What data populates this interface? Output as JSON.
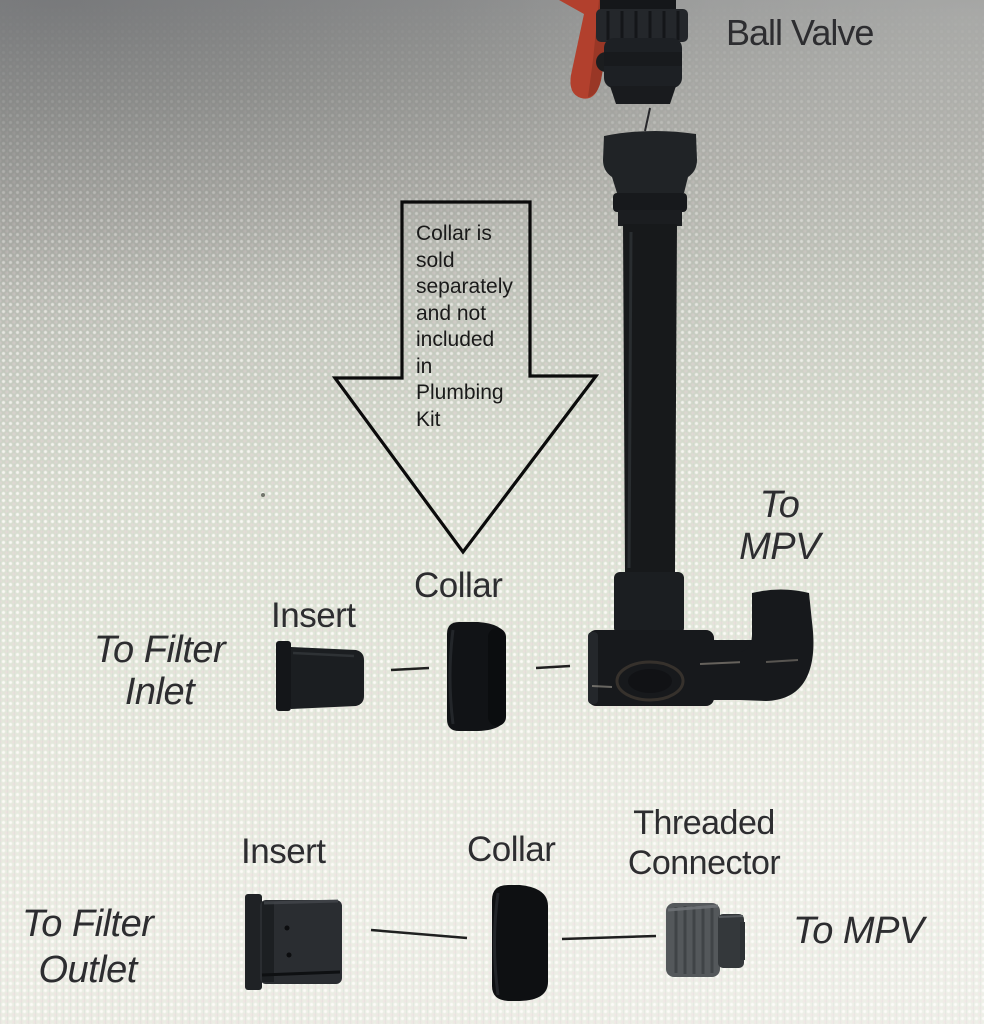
{
  "labels": {
    "ball_valve": "Ball Valve",
    "to_mpv_upper": [
      "To",
      "MPV"
    ],
    "inlet_row": {
      "insert": "Insert",
      "collar": "Collar",
      "destination": [
        "To Filter",
        "Inlet"
      ]
    },
    "outlet_row": {
      "insert": "Insert",
      "collar": "Collar",
      "threaded_connector": [
        "Threaded",
        "Connector"
      ],
      "to_mpv": "To MPV",
      "destination": [
        "To Filter",
        "Outlet"
      ]
    }
  },
  "callout": {
    "lines": [
      "Collar is",
      "sold",
      "separately",
      "and not",
      "included",
      "in",
      "Plumbing",
      "Kit"
    ]
  },
  "colors": {
    "fitting_black": "#17191c",
    "connector_gray": "#54585b",
    "valve_handle_red": "#b2402d",
    "label_text": "#2d2d30",
    "callout_text": "#1a1a1a",
    "arrow_outline": "#0b0b0b",
    "background_top_gray": "#8f9092",
    "background_bottom_green": "#ebeee4"
  },
  "parts": [
    "ball-valve",
    "union-collar",
    "standpipe",
    "tee-fitting",
    "elbow-fitting",
    "inlet-insert",
    "inlet-collar",
    "outlet-insert",
    "outlet-collar",
    "threaded-connector"
  ]
}
